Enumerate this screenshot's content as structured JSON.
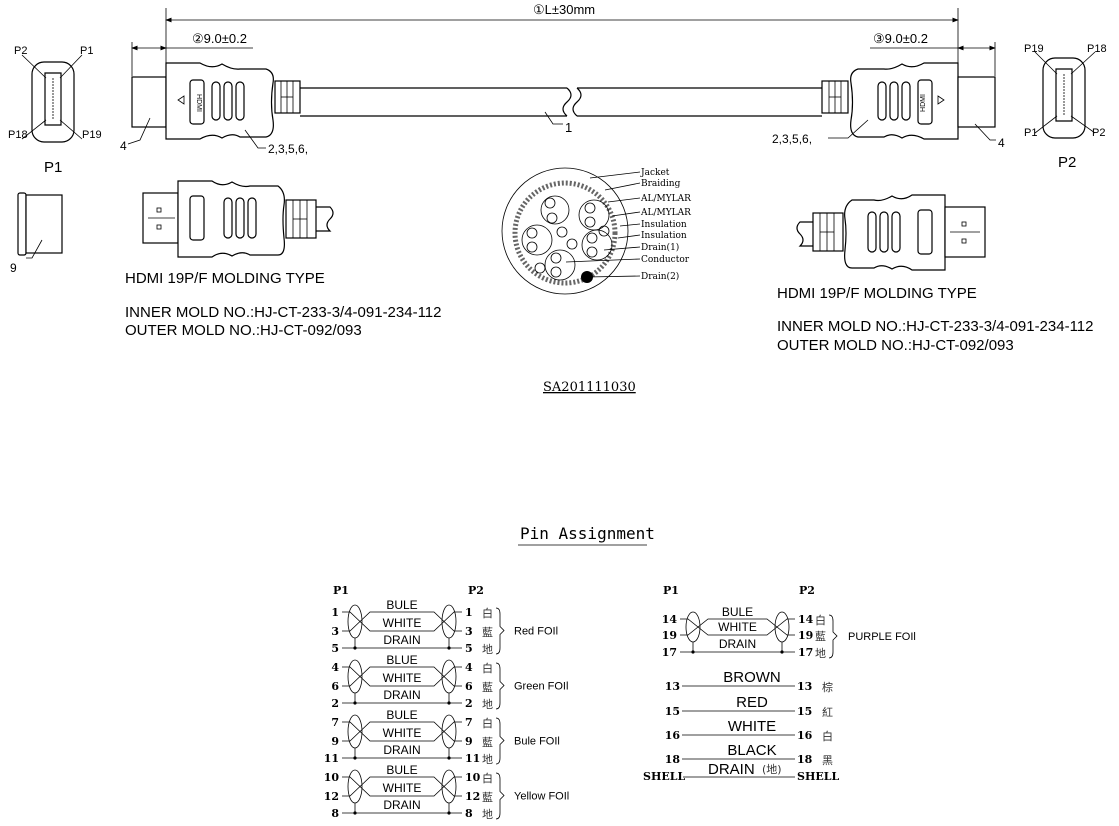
{
  "dimensions": {
    "length": "①L±30mm",
    "left_plug": "②9.0±0.2",
    "right_plug": "③9.0±0.2"
  },
  "callouts": {
    "left_plug": "4",
    "left_mold": "2,3,5,6,",
    "cable": "1",
    "right_mold": "2,3,5,6,",
    "right_plug": "4",
    "cap": "9"
  },
  "face_p1": {
    "title": "P1",
    "pins": {
      "top_left": "P2",
      "top_right": "P1",
      "bottom_left": "P18",
      "bottom_right": "P19"
    }
  },
  "face_p2": {
    "title": "P2",
    "pins": {
      "top_left": "P19",
      "top_right": "P18",
      "bottom_left": "P1",
      "bottom_right": "P2"
    }
  },
  "cross_section": {
    "labels": [
      "Jacket",
      "Braiding",
      "AL/MYLAR",
      "AL/MYLAR",
      "Insulation",
      "Insulation",
      "Drain(1)",
      "Conductor",
      "Drain(2)"
    ]
  },
  "left_info": {
    "type": "HDMI 19P/F MOLDING TYPE",
    "inner": "INNER MOLD NO.:HJ-CT-233-3/4-091-234-112",
    "outer": "OUTER MOLD NO.:HJ-CT-092/093"
  },
  "right_info": {
    "type": "HDMI 19P/F MOLDING TYPE",
    "inner": "INNER MOLD NO.:HJ-CT-233-3/4-091-234-112",
    "outer": "OUTER MOLD NO.:HJ-CT-092/093"
  },
  "drawing_no": "SA201111030",
  "pin_assignment": {
    "title": "Pin Assignment",
    "left": {
      "p1": "P1",
      "p2": "P2",
      "groups": [
        {
          "wires": [
            "BULE",
            "WHITE",
            "DRAIN"
          ],
          "pins": [
            "1",
            "3",
            "5"
          ],
          "cn": [
            "白",
            "藍",
            "地"
          ],
          "foil": "Red FOIl"
        },
        {
          "wires": [
            "BLUE",
            "WHITE",
            "DRAIN"
          ],
          "pins": [
            "4",
            "6",
            "2"
          ],
          "cn": [
            "白",
            "藍",
            "地"
          ],
          "foil": "Green FOIl"
        },
        {
          "wires": [
            "BULE",
            "WHITE",
            "DRAIN"
          ],
          "pins": [
            "7",
            "9",
            "11"
          ],
          "cn": [
            "白",
            "藍",
            "地"
          ],
          "foil": "Bule FOIl"
        },
        {
          "wires": [
            "BULE",
            "WHITE",
            "DRAIN"
          ],
          "pins": [
            "10",
            "12",
            "8"
          ],
          "cn": [
            "白",
            "藍",
            "地"
          ],
          "foil": "Yellow FOIl"
        }
      ]
    },
    "right": {
      "p1": "P1",
      "p2": "P2",
      "group": {
        "wires": [
          "BULE",
          "WHITE",
          "DRAIN"
        ],
        "pins": [
          "14",
          "19",
          "17"
        ],
        "cn": [
          "白",
          "藍",
          "地"
        ],
        "foil": "PURPLE FOIl"
      },
      "singles": [
        {
          "wire": "BROWN",
          "pin": "13",
          "cn": "棕"
        },
        {
          "wire": "RED",
          "pin": "15",
          "cn": "紅"
        },
        {
          "wire": "WHITE",
          "pin": "16",
          "cn": "白"
        },
        {
          "wire": "BLACK",
          "pin": "18",
          "cn": "黑"
        }
      ],
      "shell": {
        "wire": "DRAIN",
        "note": "(地)",
        "pin": "SHELL"
      }
    }
  }
}
